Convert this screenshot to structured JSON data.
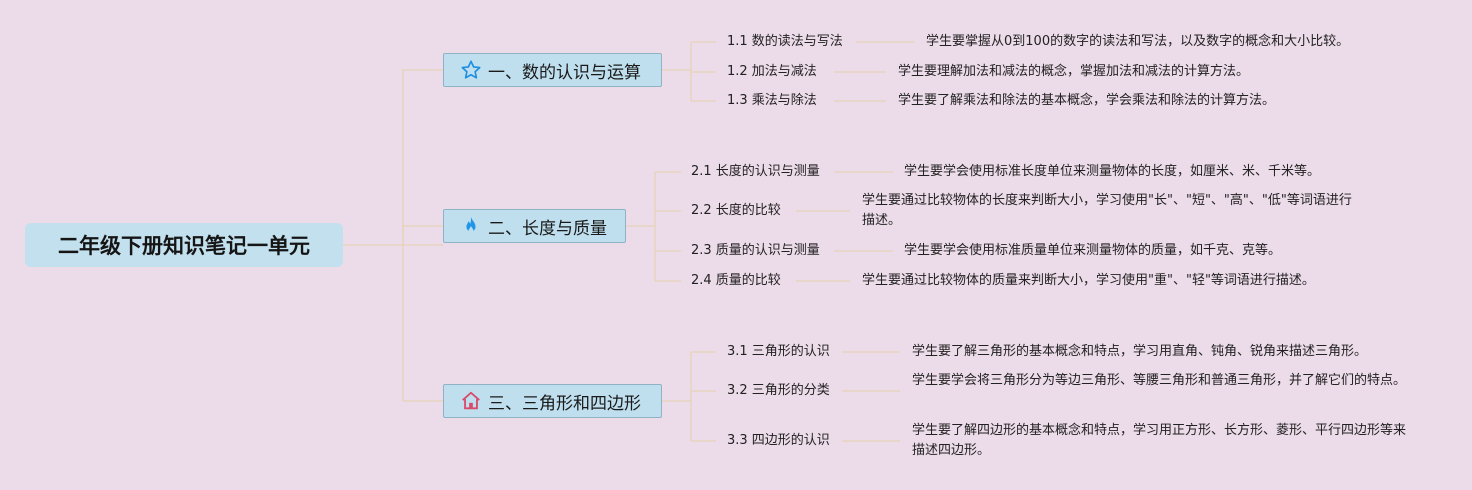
{
  "root": {
    "title": "二年级下册知识笔记一单元"
  },
  "topics": [
    {
      "label": "一、数的认识与运算",
      "icon": "star-icon",
      "items": [
        {
          "title": "1.1 数的读法与写法",
          "desc": "学生要掌握从0到100的数字的读法和写法，以及数字的概念和大小比较。"
        },
        {
          "title": "1.2 加法与减法",
          "desc": "学生要理解加法和减法的概念，掌握加法和减法的计算方法。"
        },
        {
          "title": "1.3 乘法与除法",
          "desc": "学生要了解乘法和除法的基本概念，学会乘法和除法的计算方法。"
        }
      ]
    },
    {
      "label": "二、长度与质量",
      "icon": "flame-icon",
      "items": [
        {
          "title": "2.1 长度的认识与测量",
          "desc": "学生要学会使用标准长度单位来测量物体的长度，如厘米、米、千米等。"
        },
        {
          "title": "2.2 长度的比较",
          "desc": "学生要通过比较物体的长度来判断大小，学习使用\"长\"、\"短\"、\"高\"、\"低\"等词语进行描述。"
        },
        {
          "title": "2.3 质量的认识与测量",
          "desc": "学生要学会使用标准质量单位来测量物体的质量，如千克、克等。"
        },
        {
          "title": "2.4 质量的比较",
          "desc": "学生要通过比较物体的质量来判断大小，学习使用\"重\"、\"轻\"等词语进行描述。"
        }
      ]
    },
    {
      "label": "三、三角形和四边形",
      "icon": "house-icon",
      "items": [
        {
          "title": "3.1 三角形的认识",
          "desc": "学生要了解三角形的基本概念和特点，学习用直角、钝角、锐角来描述三角形。"
        },
        {
          "title": "3.2 三角形的分类",
          "desc": "学生要学会将三角形分为等边三角形、等腰三角形和普通三角形，并了解它们的特点。"
        },
        {
          "title": "3.3 四边形的认识",
          "desc": "学生要了解四边形的基本概念和特点，学习用正方形、长方形、菱形、平行四边形等来描述四边形。"
        }
      ]
    }
  ],
  "colors": {
    "background": "#ecdbe9",
    "connector": "#e6d3b8",
    "topic_fill": "#bfdfee",
    "root_fill": "#c3e0ee"
  }
}
